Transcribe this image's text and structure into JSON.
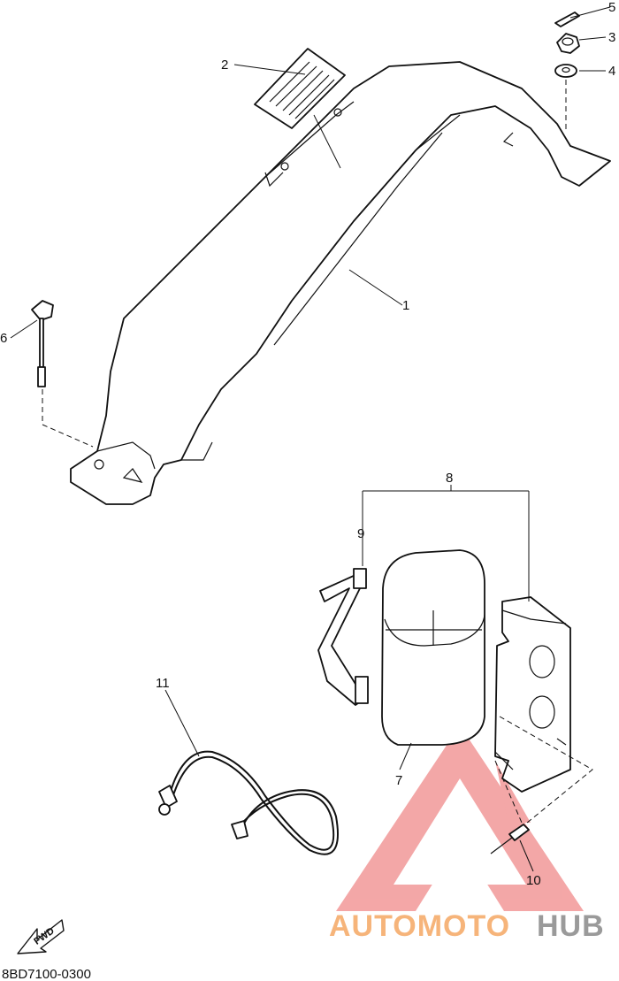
{
  "diagram": {
    "callouts": [
      {
        "id": "1",
        "label": "1"
      },
      {
        "id": "2",
        "label": "2"
      },
      {
        "id": "3",
        "label": "3"
      },
      {
        "id": "4",
        "label": "4"
      },
      {
        "id": "5",
        "label": "5"
      },
      {
        "id": "6",
        "label": "6"
      },
      {
        "id": "7",
        "label": "7"
      },
      {
        "id": "8",
        "label": "8"
      },
      {
        "id": "9",
        "label": "9"
      },
      {
        "id": "10",
        "label": "10"
      },
      {
        "id": "11",
        "label": "11"
      }
    ],
    "diagram_code": "8BD7100-0300",
    "fwd_label": "FWD"
  },
  "watermark": {
    "part1": "AUTOMOTO",
    "part2": "HUB",
    "colors": {
      "triangle": "#f08a8a",
      "text_orange": "#f6b47a",
      "text_gray": "#9a9a9a"
    }
  }
}
